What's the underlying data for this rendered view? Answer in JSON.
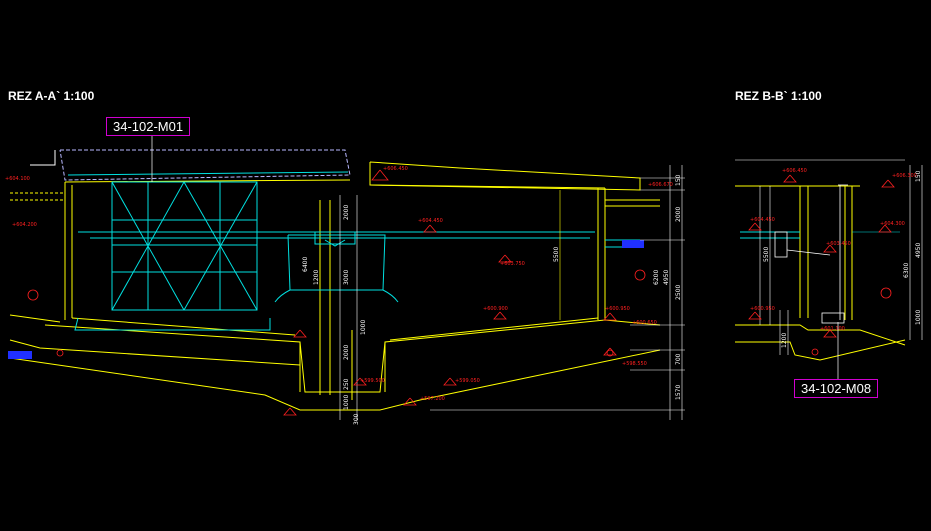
{
  "sections": {
    "a": {
      "title": "REZ A-A` 1:100",
      "tag": "34-102-M01"
    },
    "b": {
      "title": "REZ B-B` 1:100",
      "tag": "34-102-M08"
    }
  },
  "elevations": {
    "a": [
      "+604.100",
      "+604.200",
      "+606.450",
      "+606.670",
      "+604.450",
      "+603.750",
      "+600.900",
      "+600.950",
      "+600.650",
      "+599.500",
      "+599.050",
      "+598.550",
      "+597.200"
    ],
    "b": [
      "+606.450",
      "+606.300",
      "+604.450",
      "+604.300",
      "+603.450",
      "+600.950",
      "+601.100"
    ]
  },
  "dimensions": {
    "a": [
      "150",
      "2000",
      "4950",
      "6200",
      "2500",
      "700",
      "1570",
      "3000",
      "2000",
      "1000",
      "2000",
      "250",
      "1000",
      "300",
      "5500",
      "6400",
      "1200"
    ],
    "b": [
      "150",
      "4950",
      "6300",
      "5500",
      "1200",
      "1000"
    ]
  },
  "colors": {
    "background": "#000000",
    "structure": "#ffff00",
    "equipment": "#00e0e0",
    "annotation": "#ff2020",
    "dimension": "#ffffff",
    "fill_blue": "#2030ff",
    "tag_border": "#d000d0"
  }
}
